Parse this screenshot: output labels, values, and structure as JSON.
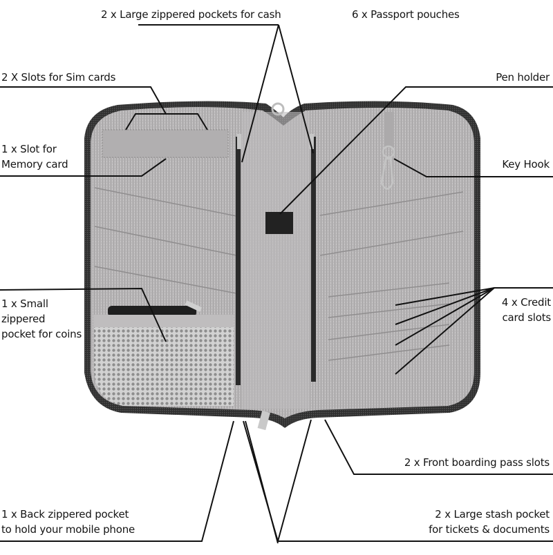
{
  "diagram": {
    "subject": "Travel passport wallet organizer (open)",
    "colors": {
      "fabric": "#b9b7b8",
      "fabric_dark": "#a9a7a8",
      "zipper": "#3a3a3a",
      "mesh": "#9c9c9c",
      "leader_line": "#111111",
      "background": "#ffffff"
    },
    "labels": {
      "cash_pockets": "2 x Large zippered pockets for cash",
      "passport_pouches": "6 x Passport pouches",
      "sim_slots": "2 X Slots for Sim cards",
      "pen_holder": "Pen holder",
      "memory_card": [
        "1 x Slot for",
        "Memory card"
      ],
      "key_hook": "Key Hook",
      "coin_pocket": [
        "1 x Small",
        "zippered",
        "pocket for coins"
      ],
      "credit_cards": [
        "4 x Credit",
        "card slots"
      ],
      "boarding_pass": "2 x Front boarding pass slots",
      "back_pocket": [
        "1 x Back zippered pocket",
        "to hold your mobile phone"
      ],
      "stash_pocket": [
        "2 x Large stash pocket",
        "for tickets & documents"
      ]
    }
  }
}
